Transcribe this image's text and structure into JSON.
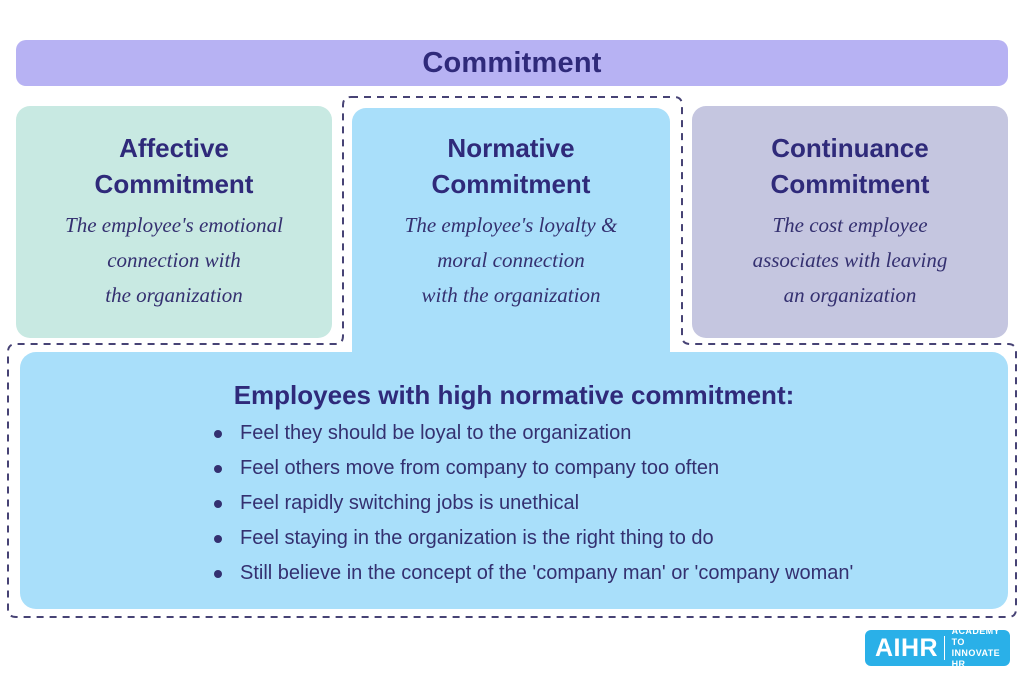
{
  "colors": {
    "background": "#ffffff",
    "banner_bg": "#b7b2f3",
    "heading_text": "#2f2a7a",
    "body_text": "#343070",
    "affective_bg": "#c8e9e2",
    "normative_bg": "#a9dffa",
    "continuance_bg": "#c5c6e0",
    "details_bg": "#a9dffa",
    "dash_color": "#474375",
    "logo_bg": "#2ab0e8",
    "logo_text": "#ffffff"
  },
  "banner": {
    "title": "Commitment"
  },
  "boxes": [
    {
      "id": "affective",
      "title_line1": "Affective",
      "title_line2": "Commitment",
      "desc_line1": "The employee's emotional",
      "desc_line2": "connection with",
      "desc_line3": "the organization"
    },
    {
      "id": "normative",
      "title_line1": "Normative",
      "title_line2": "Commitment",
      "desc_line1": "The employee's loyalty &",
      "desc_line2": "moral connection",
      "desc_line3": "with the organization"
    },
    {
      "id": "continuance",
      "title_line1": "Continuance",
      "title_line2": "Commitment",
      "desc_line1": "The cost employee",
      "desc_line2": "associates with leaving",
      "desc_line3": "an organization"
    }
  ],
  "details": {
    "heading": "Employees with high normative commitment:",
    "bullets": [
      "Feel they should be loyal to the organization",
      "Feel others move from company to company too often",
      "Feel rapidly switching jobs is unethical",
      "Feel staying in the organization is the right thing to do",
      "Still believe in the concept of the 'company man' or 'company woman'"
    ]
  },
  "logo": {
    "brand": "AIHR",
    "tagline_line1": "ACADEMY TO",
    "tagline_line2": "INNOVATE HR"
  }
}
